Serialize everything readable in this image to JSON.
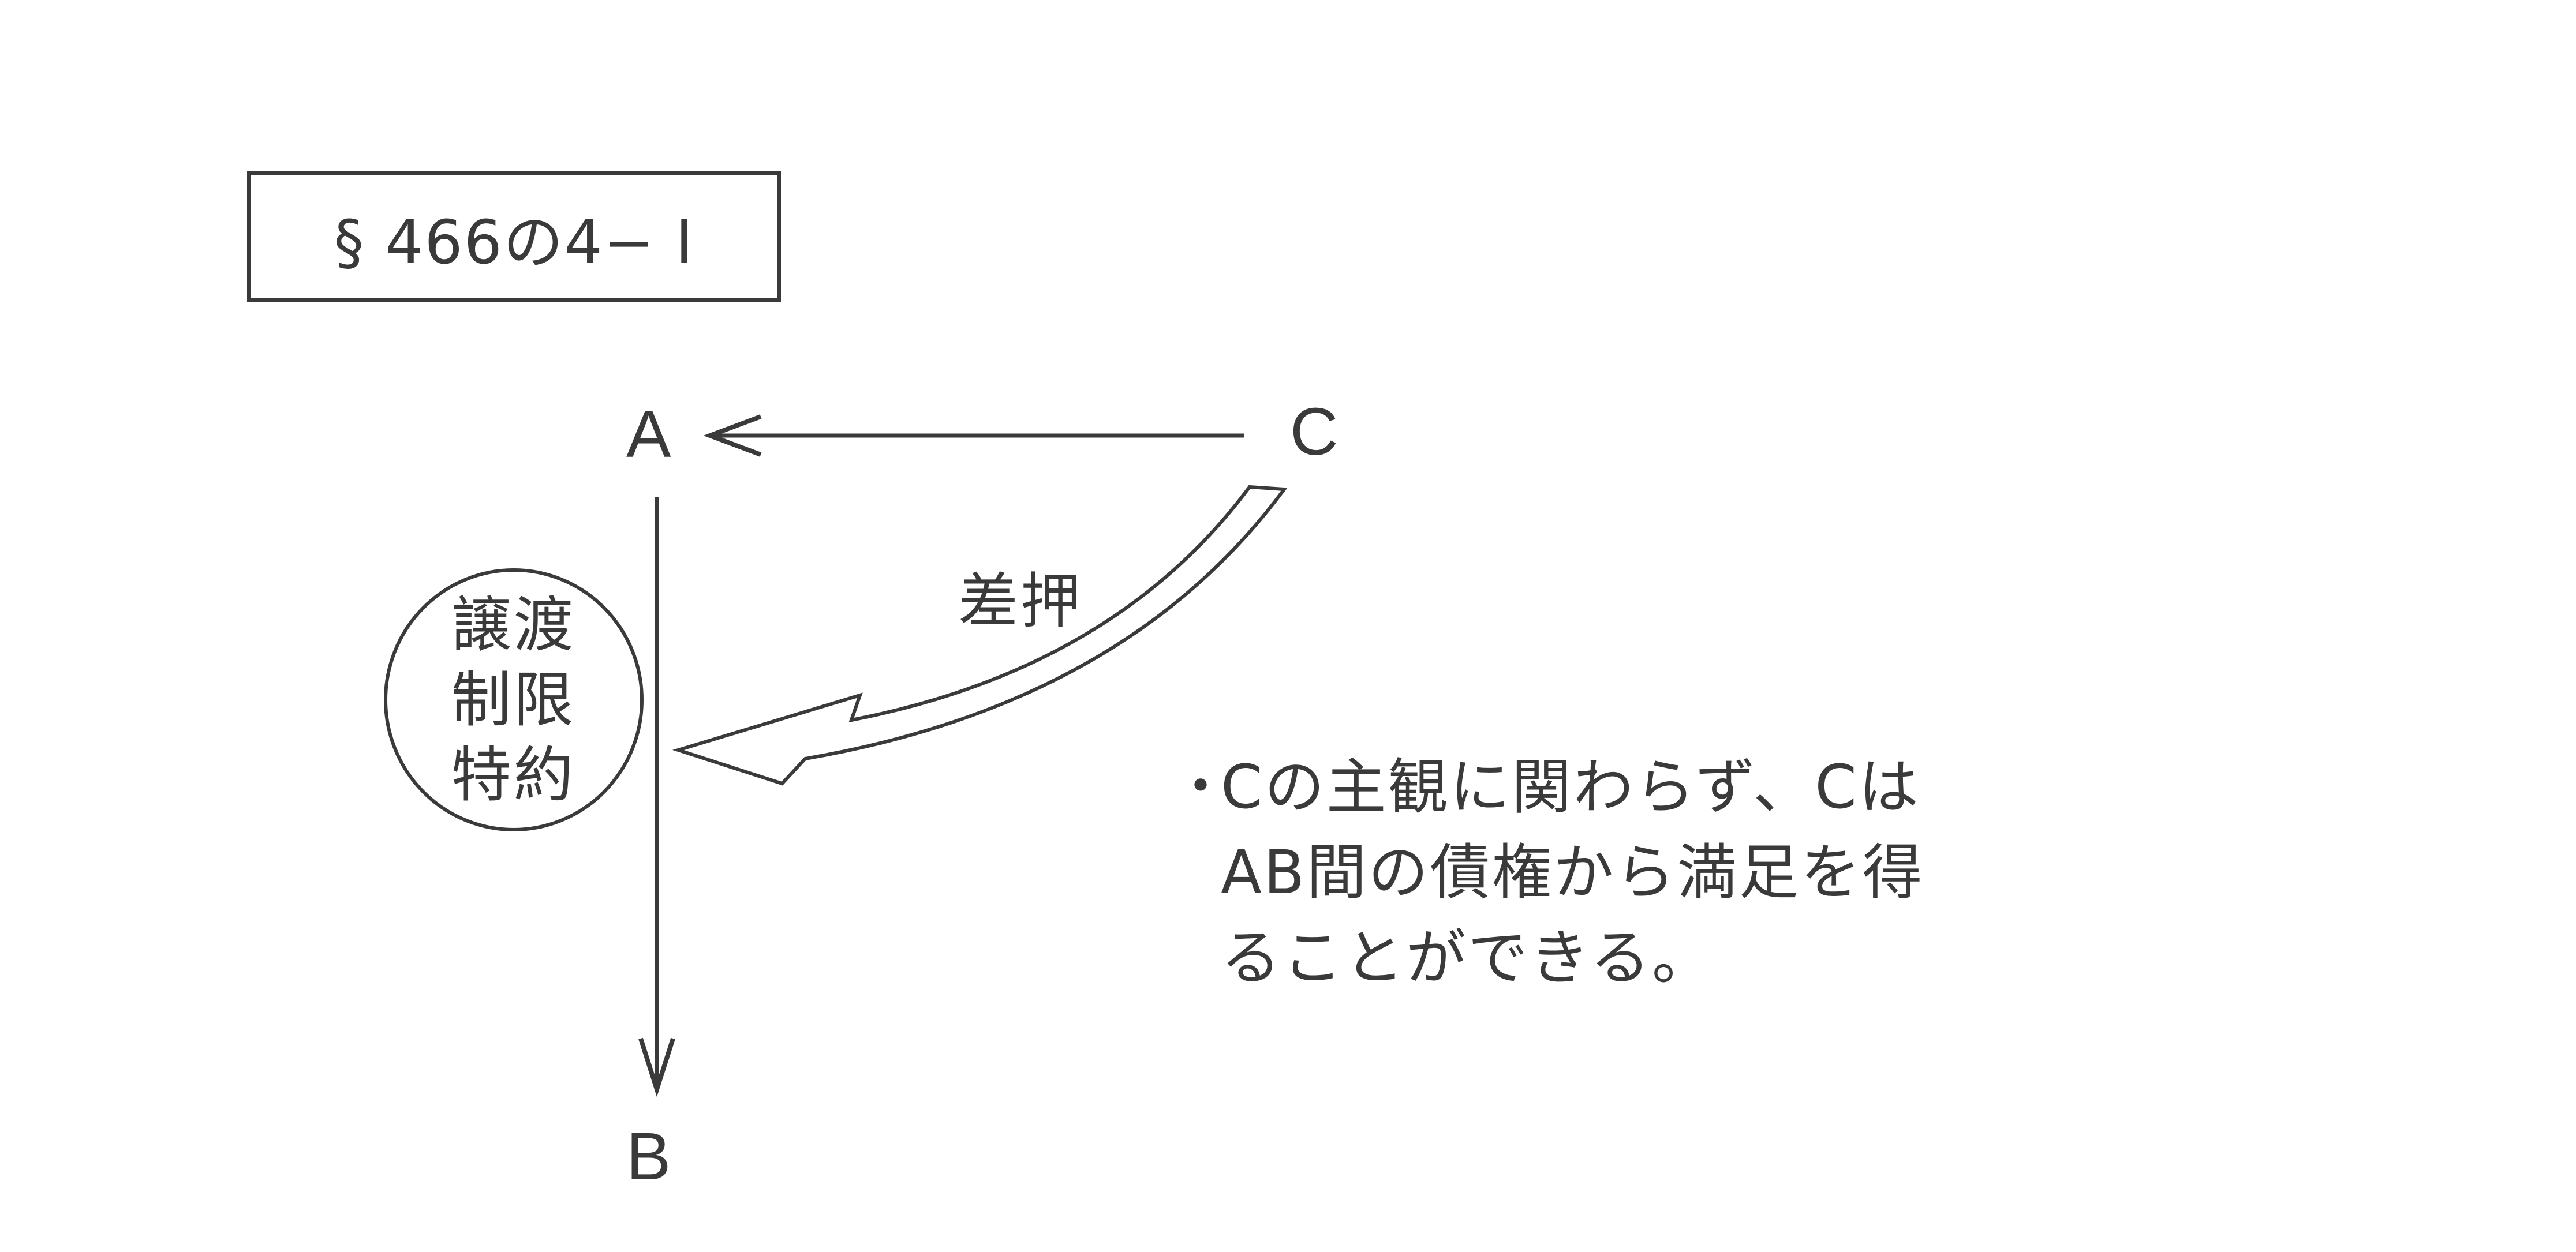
{
  "title": "§ 466の4− Ⅰ",
  "nodes": {
    "a": "A",
    "b": "B",
    "c": "C"
  },
  "restriction_clause": [
    "譲渡",
    "制限",
    "特約"
  ],
  "seizure_label": "差押",
  "note": {
    "bullet": "・",
    "lines": [
      "Cの主観に関わらず、Cは",
      "AB間の債権から満足を得",
      "ることができる。"
    ]
  }
}
